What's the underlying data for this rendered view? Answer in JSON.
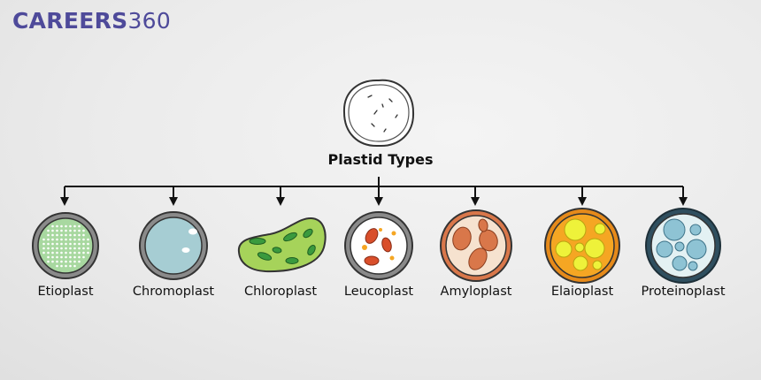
{
  "brand": {
    "main": "CAREERS",
    "number": "360"
  },
  "root": {
    "label": "Plastid Types"
  },
  "types": [
    {
      "label": "Etioplast",
      "icon": "etioplast-icon",
      "fill": "#a8d8a0"
    },
    {
      "label": "Chromoplast",
      "icon": "chromoplast-icon",
      "fill": "#a6cdd3"
    },
    {
      "label": "Chloroplast",
      "icon": "chloroplast-icon",
      "fill": "#a6d35a"
    },
    {
      "label": "Leucoplast",
      "icon": "leucoplast-icon",
      "fill": "#ffffff"
    },
    {
      "label": "Amyloplast",
      "icon": "amyloplast-icon",
      "fill": "#f6e2cf"
    },
    {
      "label": "Elaioplast",
      "icon": "elaioplast-icon",
      "fill": "#f5a623"
    },
    {
      "label": "Proteinoplast",
      "icon": "proteinoplast-icon",
      "fill": "#e3f1f3"
    }
  ],
  "colors": {
    "brand": "#4e4a9a",
    "line": "#111111",
    "outline": "#333333",
    "leucoplast_granule": "#d94f2b",
    "amyloplast_granule": "#d9774a",
    "elaioplast_droplet": "#eef23a",
    "proteinoplast_body": "#8ec3d4",
    "chloroplast_thylakoid": "#3a9a3e"
  }
}
